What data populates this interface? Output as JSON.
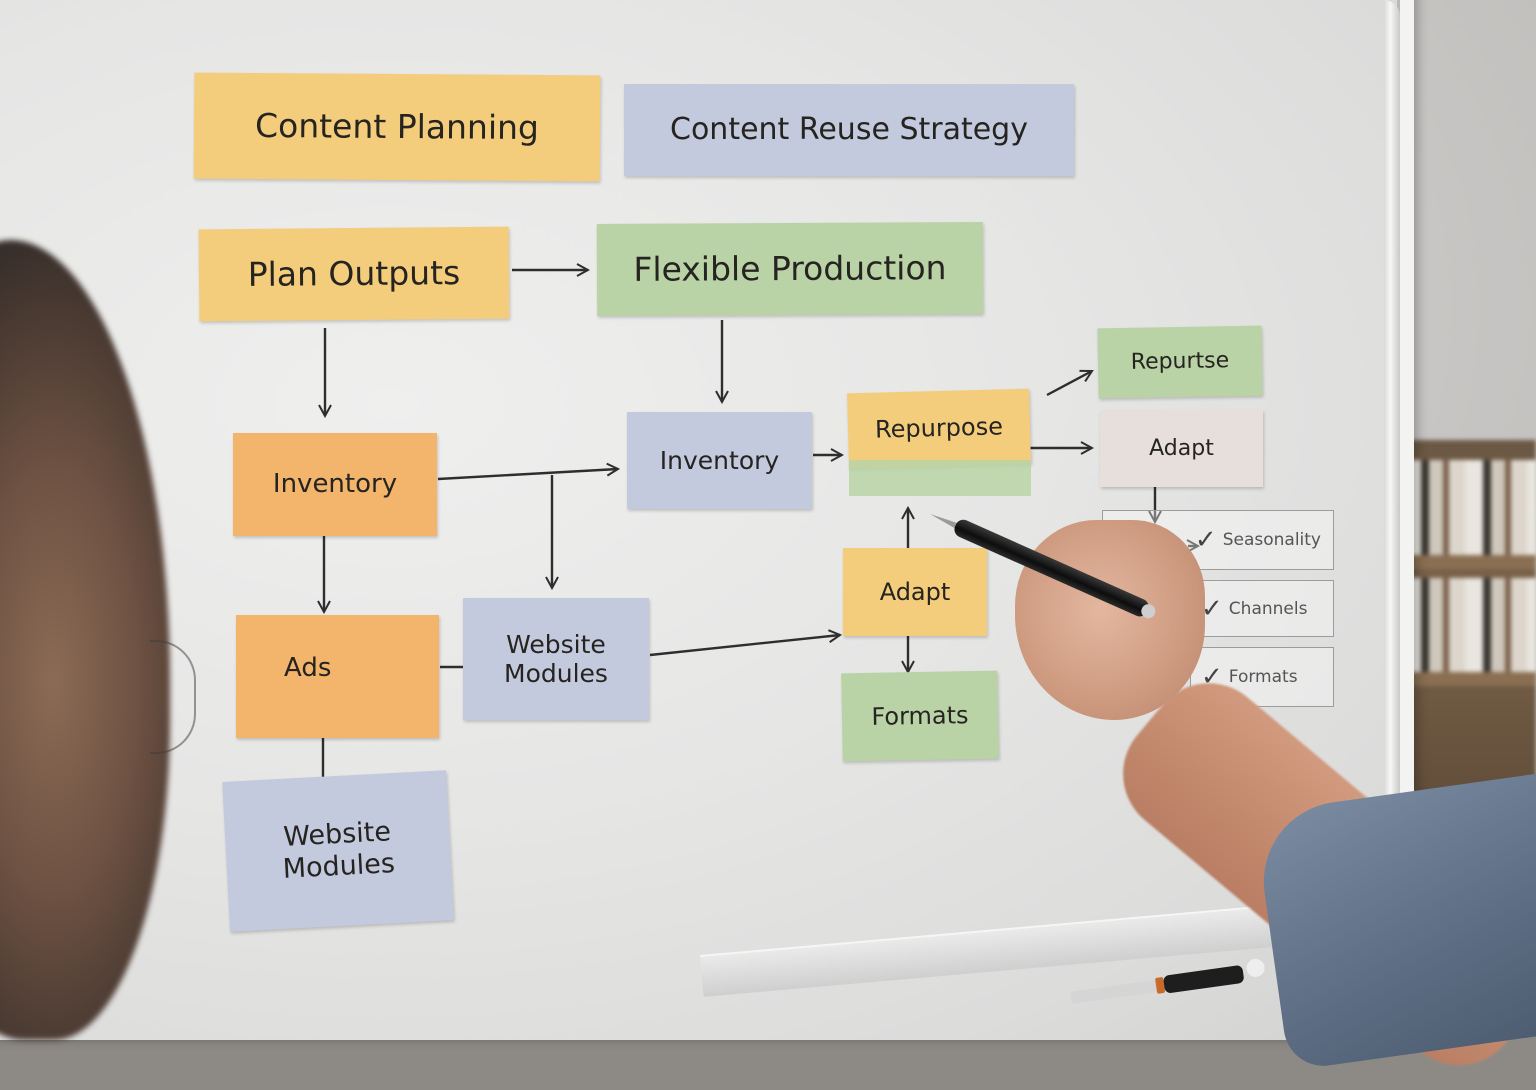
{
  "scene": {
    "type": "whiteboard-flowchart-photo",
    "colors": {
      "yellow_note": "#f4cd7c",
      "orange_note": "#f3b46c",
      "blue_note": "#c3cadd",
      "green_note": "#b9d3a6",
      "pink_note": "#e6dfdc",
      "board": "#e6e6e5",
      "arrow": "#2e2e2e"
    }
  },
  "headers": {
    "content_planning": "Content Planning",
    "content_reuse_strategy": "Content Reuse Strategy"
  },
  "nodes": {
    "plan_outputs": "Plan Outputs",
    "flexible_production": "Flexible Production",
    "inventory_left": "Inventory",
    "inventory_center": "Inventory",
    "ads": "Ads",
    "website_modules_center": "Website\nModules",
    "website_modules_bottom": "Website\nModules",
    "repurpose": "Repurpose",
    "adapt_center": "Adapt",
    "formats": "Formats",
    "repurtse": "Repurtse",
    "adapt_right": "Adapt"
  },
  "checklist": {
    "items": [
      {
        "mark": "✓",
        "label": "Seasonality"
      },
      {
        "mark": "✓",
        "label": "Channels"
      },
      {
        "mark": "✓",
        "label": "Formats"
      }
    ]
  },
  "edges": [
    {
      "from": "Plan Outputs",
      "to": "Flexible Production"
    },
    {
      "from": "Plan Outputs",
      "to": "Inventory (left)"
    },
    {
      "from": "Flexible Production",
      "to": "Inventory (center)"
    },
    {
      "from": "Inventory (left)",
      "to": "Inventory (center)"
    },
    {
      "from": "Inventory (left)",
      "to": "Website Modules (center)"
    },
    {
      "from": "Inventory (left)",
      "to": "Ads"
    },
    {
      "from": "Ads",
      "to": "Website Modules (center)"
    },
    {
      "from": "Ads",
      "to": "Website Modules (bottom)"
    },
    {
      "from": "Website Modules (center)",
      "to": "Adapt (center)"
    },
    {
      "from": "Inventory (center)",
      "to": "Repurpose"
    },
    {
      "from": "Adapt (center)",
      "to": "Repurpose"
    },
    {
      "from": "Adapt (center)",
      "to": "Formats"
    },
    {
      "from": "Repurpose",
      "to": "Repurtse"
    },
    {
      "from": "Repurpose",
      "to": "Adapt (right)"
    },
    {
      "from": "Adapt (right)",
      "to": "Checklist"
    }
  ]
}
